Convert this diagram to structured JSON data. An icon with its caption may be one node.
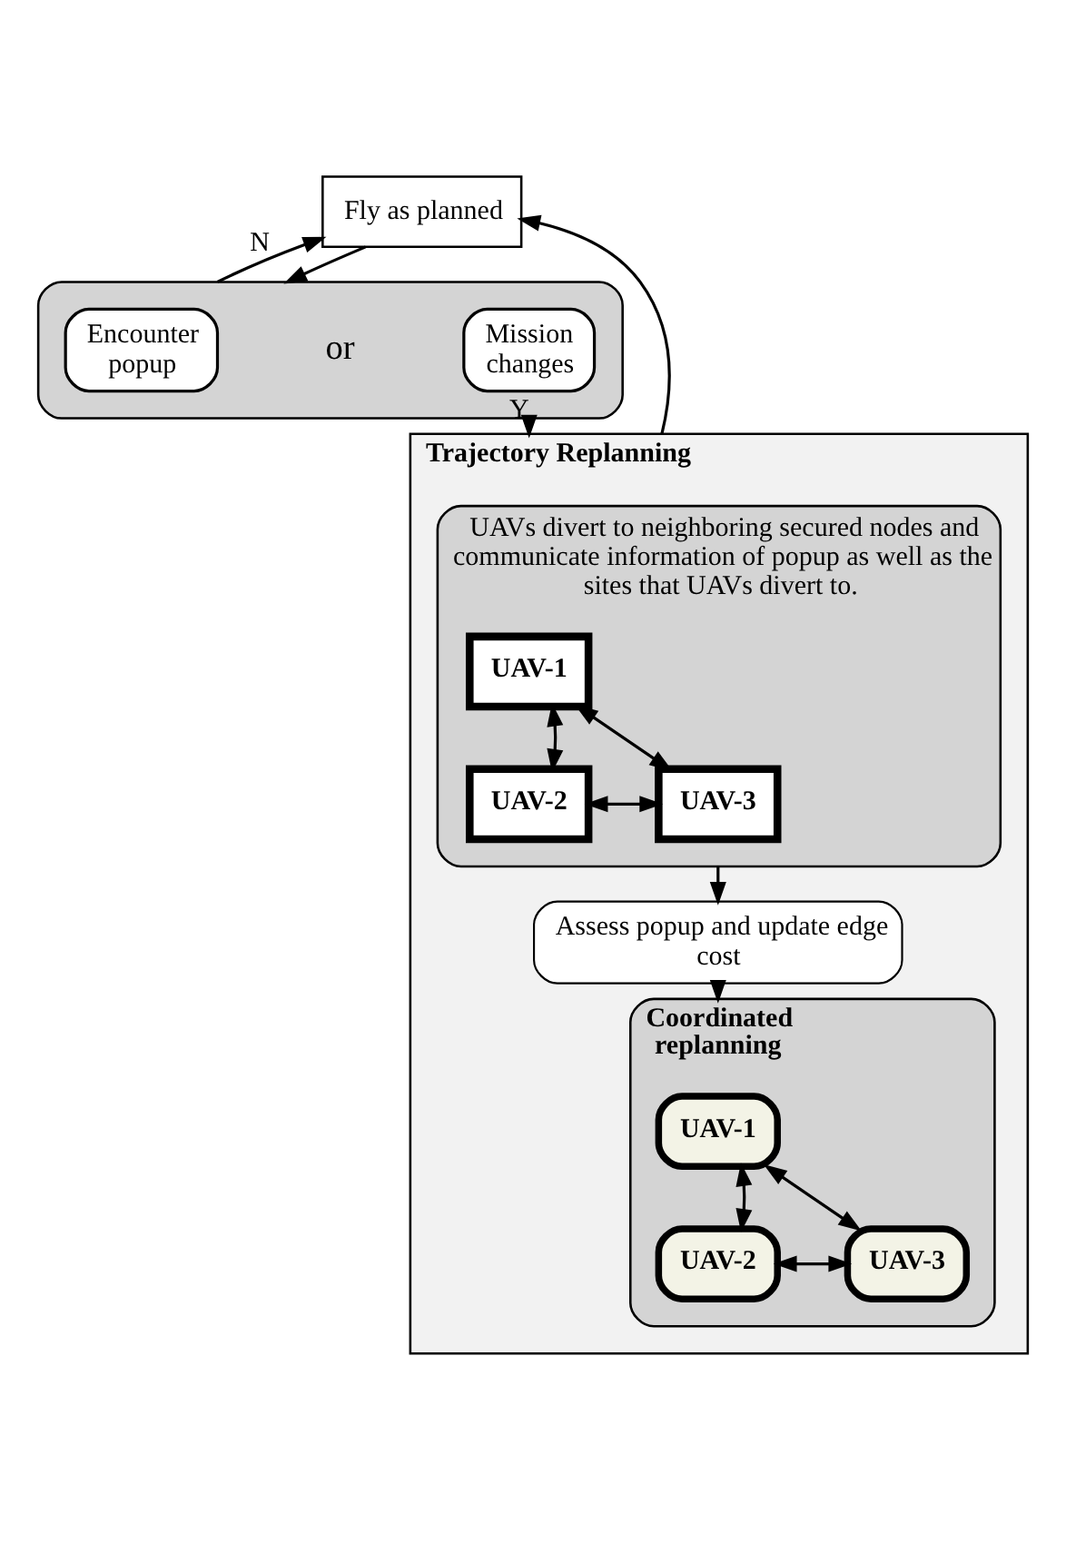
{
  "diagram": {
    "nodes": [
      {
        "text": [
          "Fly as planned"
        ]
      },
      {
        "text": [],
        "shape": "box"
      },
      {
        "text": [
          "Encounter popup"
        ],
        "in": 1
      },
      {
        "text": [
          "Mission changes"
        ],
        "in": 1
      },
      {
        "text": [
          "Trajectory Replanning"
        ]
      },
      {
        "text": [
          "UAVs divert to neighboring secured nodes and communicate information of popup as well as the sites that UAVs divert to."
        ],
        "in": 4
      },
      {
        "text": [
          "UAV-1"
        ],
        "in": 5
      },
      {
        "text": [
          "UAV-2"
        ],
        "in": 5
      },
      {
        "text": [
          "UAV-3"
        ],
        "in": 5
      },
      {
        "text": [
          "Assess popup and update edge cost"
        ],
        "in": 4
      },
      {
        "text": [
          "Coordinated replanning"
        ],
        "in": 4
      },
      {
        "text": [
          "UAV-1"
        ],
        "in": 10
      },
      {
        "text": [
          "UAV-2"
        ],
        "in": 10
      },
      {
        "text": [
          "UAV-3"
        ],
        "in": 10
      }
    ],
    "edges": [
      {
        "from": 0,
        "to": 1,
        "arrow": "to"
      },
      {
        "from": 1,
        "to": 0,
        "arrow": "to",
        "label": "N"
      },
      {
        "from": 1,
        "to": 4,
        "arrow": "to",
        "label": "Y"
      },
      {
        "from": 4,
        "to": 0,
        "arrow": "to"
      },
      {
        "from": 6,
        "to": 7,
        "arrow": "both"
      },
      {
        "from": 6,
        "to": 8,
        "arrow": "both"
      },
      {
        "from": 7,
        "to": 8,
        "arrow": "both"
      },
      {
        "from": 5,
        "to": 9,
        "arrow": "to"
      },
      {
        "from": 9,
        "to": 10,
        "arrow": "to"
      },
      {
        "from": 11,
        "to": 12,
        "arrow": "both"
      },
      {
        "from": 11,
        "to": 13,
        "arrow": "both"
      },
      {
        "from": 12,
        "to": 13,
        "arrow": "both"
      }
    ],
    "labels": [
      "or"
    ]
  }
}
